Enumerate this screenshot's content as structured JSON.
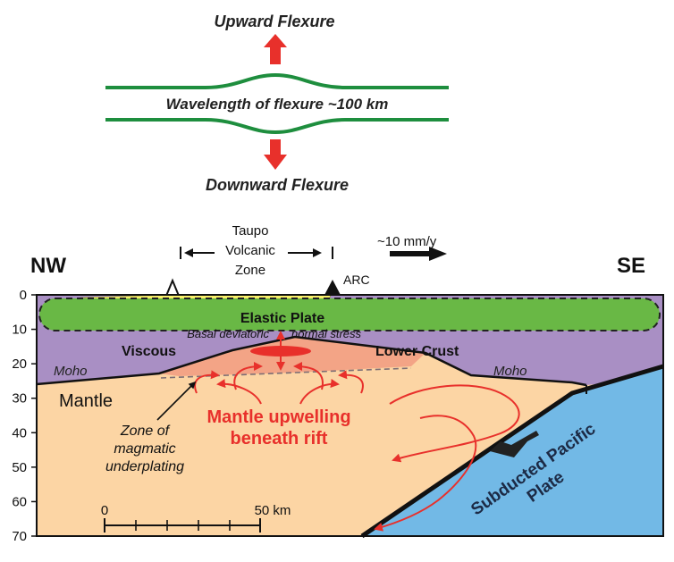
{
  "flexure": {
    "upward": "Upward Flexure",
    "downward": "Downward Flexure",
    "wavelength": "Wavelength of flexure ~100 km"
  },
  "section": {
    "nw": "NW",
    "se": "SE",
    "taupo": [
      "Taupo",
      "Volcanic",
      "Zone"
    ],
    "rate": "~10 mm/y",
    "arc": "ARC",
    "elastic_plate": "Elastic Plate",
    "basal_stress_left": "Basal deviatoric",
    "basal_stress_right": "normal stress",
    "viscous": "Viscous",
    "lower_crust": "Lower Crust",
    "moho_left": "Moho",
    "moho_right": "Moho",
    "mantle": "Mantle",
    "zone": [
      "Zone of",
      "magmatic",
      "underplating"
    ],
    "upwelling": [
      "Mantle upwelling",
      "beneath rift"
    ],
    "subducted": [
      "Subducted Pacific",
      "Plate"
    ],
    "scale_zero": "0",
    "scale_label": "50 km"
  },
  "depth_axis": {
    "ticks": [
      "0",
      "10",
      "20",
      "30",
      "40",
      "50",
      "60",
      "70"
    ]
  },
  "colors": {
    "crust": "#A98FC4",
    "mantle": "#FCD5A4",
    "elastic_plate": "#69B845",
    "plate_outline": "#2E8B3A",
    "pacific_plate": "#72B9E6",
    "upwelling": "#E8302B",
    "underplating": "#F3A486",
    "volcanic_fill": "#F9F06A",
    "flexure_line": "#1E8E3E"
  }
}
